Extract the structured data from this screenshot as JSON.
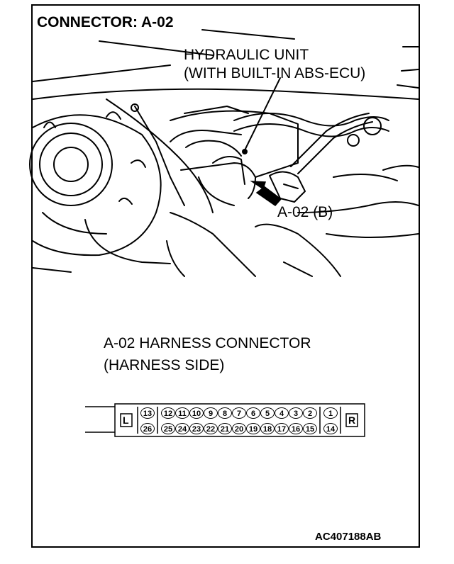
{
  "title": "CONNECTOR: A-02",
  "callout": {
    "line1": "HYDRAULIC UNIT",
    "line2": "(WITH BUILT-IN ABS-ECU)"
  },
  "connector_label": "A-02 (B)",
  "harness": {
    "line1": "A-02 HARNESS CONNECTOR",
    "line2": "(HARNESS SIDE)"
  },
  "connector": {
    "left_marker": "L",
    "right_marker": "R",
    "top_row": [
      "13",
      "12",
      "11",
      "10",
      "9",
      "8",
      "7",
      "6",
      "5",
      "4",
      "3",
      "2",
      "1"
    ],
    "bottom_row": [
      "26",
      "25",
      "24",
      "23",
      "22",
      "21",
      "20",
      "19",
      "18",
      "17",
      "16",
      "15",
      "14"
    ]
  },
  "reference_code": "AC407188AB"
}
